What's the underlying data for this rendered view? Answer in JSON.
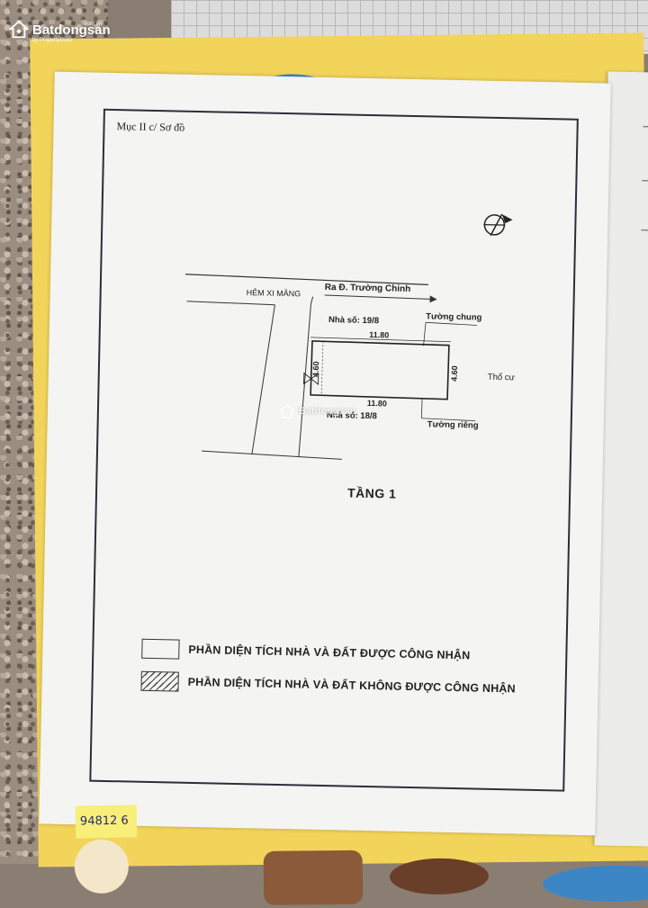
{
  "watermark": {
    "brand": "Batdongsan",
    "domain": ".com.vn",
    "tagline": "by PropertyGuru"
  },
  "document": {
    "section_title": "Mục II c/ Sơ đồ",
    "plan": {
      "street_label": "Ra Đ. Trường Chinh",
      "alley_label": "HẺM XI MĂNG",
      "house_north": "Nhà số: 19/8",
      "house_south": "Nhà số: 18/8",
      "shared_wall": "Tường chung",
      "private_wall": "Tường riêng",
      "neighbor": "Thổ cư",
      "dim_top": "11.80",
      "dim_bottom": "11.80",
      "dim_left": "4.60",
      "dim_right": "4.60"
    },
    "floor_title": "TẦNG 1",
    "legend": {
      "recognized": "PHẦN DIỆN TÍCH  NHÀ VÀ ĐẤT ĐƯỢC CÔNG NHẬN",
      "not_recognized": "PHẦN DIỆN TÍCH  NHÀ VÀ ĐẤT KHÔNG ĐƯỢC CÔNG NHẬN"
    }
  },
  "sticker": {
    "text": "94812  6"
  }
}
